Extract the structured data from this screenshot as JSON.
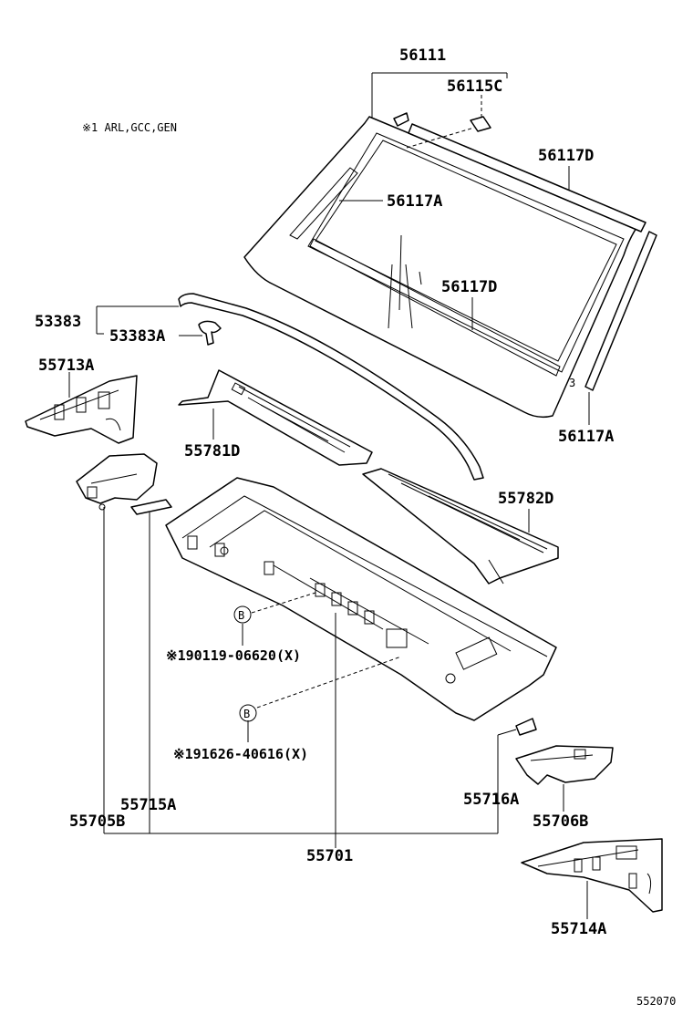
{
  "diagram": {
    "note": "※1  ARL,GCC,GEN",
    "labels": {
      "p56111": "56111",
      "p56115C": "56115C",
      "p56117D_top": "56117D",
      "p56117A_inner": "56117A",
      "p56117D_lower": "56117D",
      "p56117A_side": "56117A",
      "p53383": "53383",
      "p53383A": "53383A",
      "p55713A": "55713A",
      "p55781D": "55781D",
      "p55782D": "55782D",
      "p55715A": "55715A",
      "p55705B": "55705B",
      "p55701": "55701",
      "p55716A": "55716A",
      "p55706B": "55706B",
      "p55714A": "55714A",
      "bolt_1": "※190119-06620(X)",
      "bolt_2": "※191626-40616(X)",
      "ref_b1": "B",
      "ref_b2": "B"
    },
    "diagram_id": "552070"
  }
}
